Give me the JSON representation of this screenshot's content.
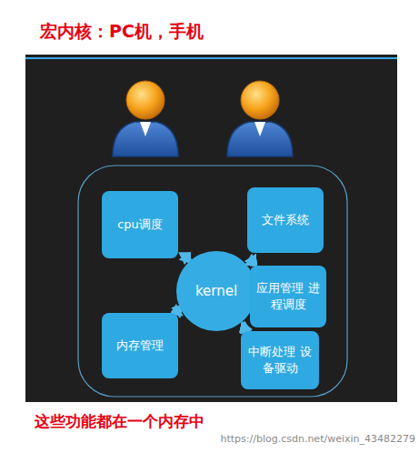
{
  "diagram": {
    "title": "宏内核：PC机，手机",
    "caption": "这些功能都在一个内存中",
    "nodes": [
      {
        "text": [
          "cpu调度"
        ]
      },
      {
        "text": [
          "文件系统"
        ]
      },
      {
        "text": [
          "kernel"
        ]
      },
      {
        "text": [
          "应用管理 进程调度"
        ]
      },
      {
        "text": [
          "内存管理"
        ]
      },
      {
        "text": [
          "中断处理 设备驱动"
        ]
      }
    ],
    "edges": [
      {
        "from": 2,
        "to": 0,
        "arrow": "both"
      },
      {
        "from": 2,
        "to": 1,
        "arrow": "both"
      },
      {
        "from": 2,
        "to": 4,
        "arrow": "both"
      },
      {
        "from": 2,
        "to": 5,
        "arrow": "both"
      }
    ],
    "labels": [
      "https://blog.csdn.net/weixin_43482279"
    ]
  }
}
